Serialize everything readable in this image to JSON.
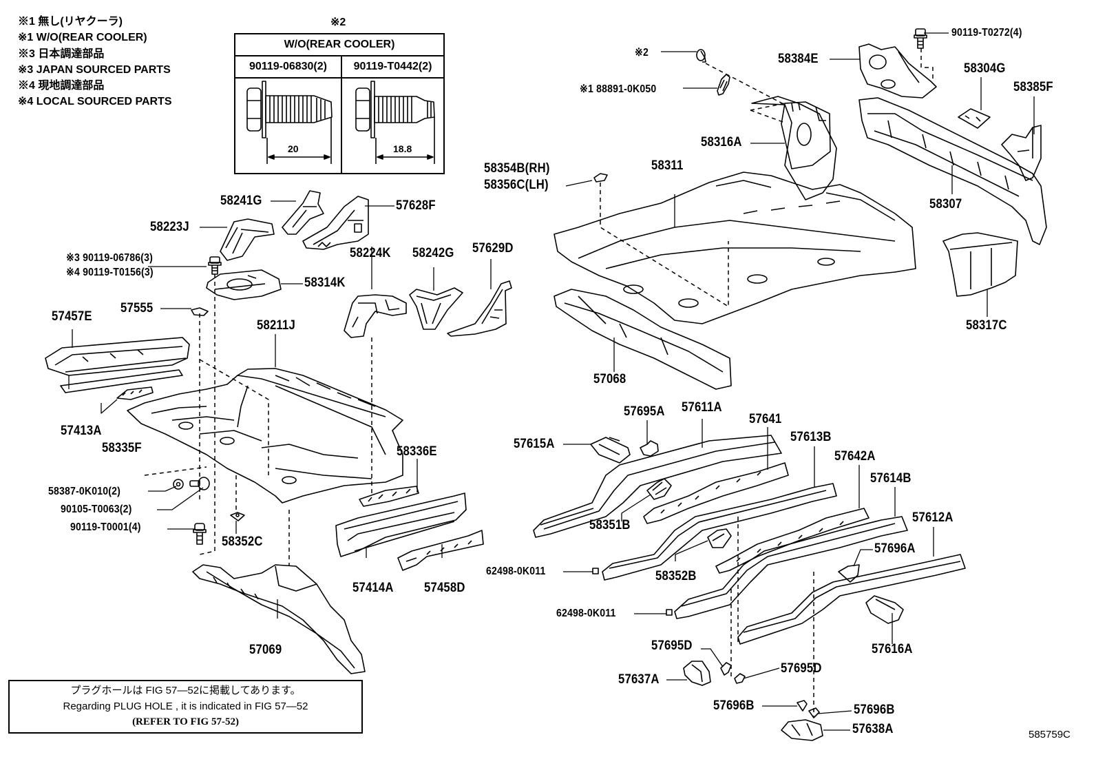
{
  "notes": [
    "※1 無し(リヤクーラ)",
    "※1 W/O(REAR COOLER)",
    "※3 日本調達部品",
    "※3 JAPAN SOURCED PARTS",
    "※4 現地調達部品",
    "※4 LOCAL SOURCED PARTS"
  ],
  "bolt_table": {
    "mark": "※2",
    "title": "W/O(REAR COOLER)",
    "columns": [
      {
        "part": "90119-06830(2)",
        "length": "20"
      },
      {
        "part": "90119-T0442(2)",
        "length": "18.8"
      }
    ]
  },
  "labels": {
    "p58241G": "58241G",
    "p58223J": "58223J",
    "p57628F": "57628F",
    "bolt_3": "※3 90119-06786(3)",
    "bolt_4": "※4 90119-T0156(3)",
    "p58314K": "58314K",
    "p58224K": "58224K",
    "p58242G": "58242G",
    "p57629D": "57629D",
    "p57457E": "57457E",
    "p57555": "57555",
    "p58211J": "58211J",
    "p57413A": "57413A",
    "p58335F": "58335F",
    "p58336E": "58336E",
    "p58387": "58387-0K010(2)",
    "p90105": "90105-T0063(2)",
    "p90119_T0001": "90119-T0001(4)",
    "p58352C": "58352C",
    "p57414A": "57414A",
    "p57458D": "57458D",
    "p57069": "57069",
    "mark2": "※2",
    "p88891": "※1 88891-0K050",
    "p58384E": "58384E",
    "p90119_T0272": "90119-T0272(4)",
    "p58304G": "58304G",
    "p58385F": "58385F",
    "p58316A": "58316A",
    "p58354B": "58354B(RH)",
    "p58356C": "58356C(LH)",
    "p58311": "58311",
    "p58307": "58307",
    "p58317C": "58317C",
    "p57068": "57068",
    "p57695A": "57695A",
    "p57611A": "57611A",
    "p57641": "57641",
    "p57615A": "57615A",
    "p57613B": "57613B",
    "p57642A": "57642A",
    "p57614B": "57614B",
    "p57612A": "57612A",
    "p58351B": "58351B",
    "p62498_1": "62498-0K011",
    "p58352B": "58352B",
    "p57696A": "57696A",
    "p62498_2": "62498-0K011",
    "p57616A": "57616A",
    "p57695D_1": "57695D",
    "p57695D_2": "57695D",
    "p57637A": "57637A",
    "p57696B_1": "57696B",
    "p57696B_2": "57696B",
    "p57638A": "57638A"
  },
  "note_box": {
    "line1": "プラグホールは FIG 57—52に掲載してあります。",
    "line2": "Regarding  PLUG  HOLE , it is indicated in FIG  57—52",
    "line3": "(REFER  TO  FIG  57-52)"
  },
  "figure_id": "585759C"
}
